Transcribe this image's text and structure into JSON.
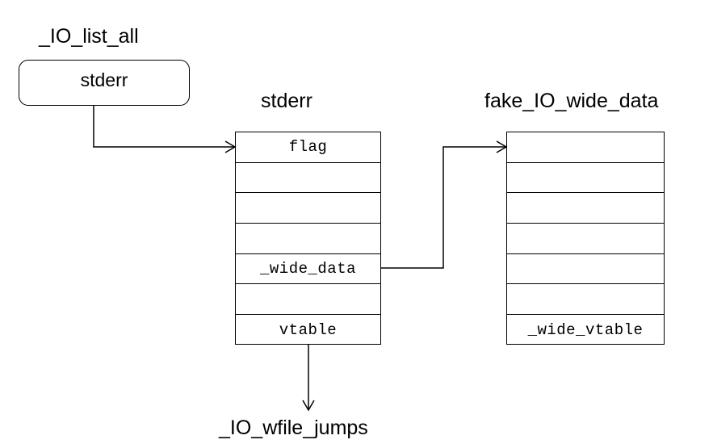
{
  "labels": {
    "io_list_all": "_IO_list_all",
    "stderr_struct_title": "stderr",
    "fake_wide_data_title": "fake_IO_wide_data",
    "io_wfile_jumps": "_IO_wfile_jumps"
  },
  "pointer_box": {
    "text": "stderr"
  },
  "stderr_struct": {
    "fields": [
      "flag",
      "",
      "",
      "",
      "_wide_data",
      "",
      "vtable"
    ]
  },
  "fake_wide_data_struct": {
    "fields": [
      "",
      "",
      "",
      "",
      "",
      "",
      "_wide_vtable"
    ]
  }
}
